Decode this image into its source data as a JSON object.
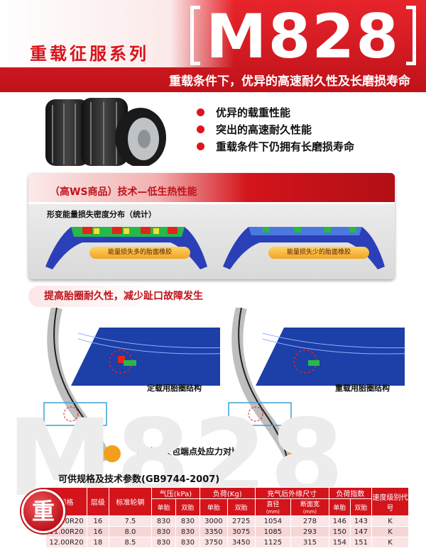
{
  "header": {
    "series": "重载征服系列",
    "model": "M828",
    "slogan": "重载条件下，优异的高速耐久性及长磨损寿命"
  },
  "features": [
    "优异的载重性能",
    "突出的高速耐久性能",
    "重载条件下仍拥有长磨损寿命"
  ],
  "heat_panel": {
    "title": "（高WS商品）技术—低生热性能",
    "subtitle": "形变能量损失密度分布（统计）",
    "label_left": "能量损失多的胎面橡胶",
    "label_right": "能量损失少的胎面橡胶"
  },
  "bead_section": {
    "title": "提高胎圈耐久性，减少趾口故障发生",
    "caption_left": "定载用胎圈结构",
    "caption_right": "重载用胎圈结构",
    "compare": "胎体反包端点处应力对比"
  },
  "watermark": "M828",
  "specs": {
    "title": "可供规格及技术参数(GB9744-2007)",
    "badge": "重",
    "headers": {
      "size": "规格",
      "ply": "层级",
      "rim": "标准轮辋",
      "pressure": "气压(kPa)",
      "load": "负荷(Kg)",
      "dims": "充气后外缘尺寸",
      "load_index": "负荷指数",
      "speed": "速度级别代号",
      "single": "单胎",
      "dual": "双胎",
      "diameter": "直径",
      "width": "断面宽",
      "mm": "(mm)"
    },
    "rows": [
      [
        "10.00R20",
        "16",
        "7.5",
        "830",
        "830",
        "3000",
        "2725",
        "1054",
        "278",
        "146",
        "143",
        "K"
      ],
      [
        "11.00R20",
        "16",
        "8.0",
        "830",
        "830",
        "3350",
        "3075",
        "1085",
        "293",
        "150",
        "147",
        "K"
      ],
      [
        "12.00R20",
        "18",
        "8.5",
        "830",
        "830",
        "3750",
        "3450",
        "1125",
        "315",
        "154",
        "151",
        "K"
      ]
    ]
  }
}
